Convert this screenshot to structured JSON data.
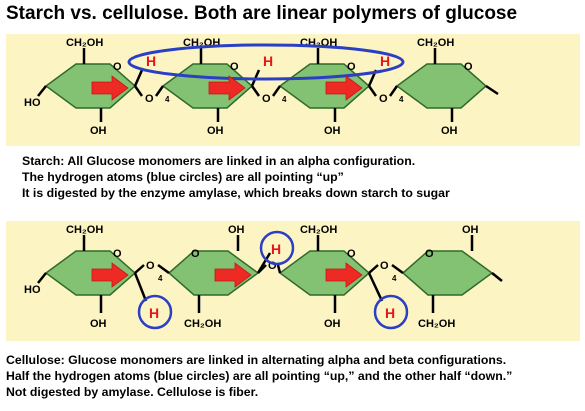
{
  "title": "Starch vs. cellulose. Both are linear polymers of glucose",
  "colors": {
    "panel_background": "#fdf4c4",
    "ring_fill": "#84c273",
    "ring_stroke": "#2f6b2a",
    "arrow": "#ee2a24",
    "hydrogen_label": "#e8141b",
    "highlight_circle": "#2b3fc4"
  },
  "starch": {
    "ch2oh_label": "CH₂OH",
    "oh_label": "OH",
    "ho_label": "HO",
    "o_label": "O",
    "h_label": "H",
    "link_number": "4",
    "caption_lines": [
      "Starch: All Glucose monomers are linked in an alpha configuration.",
      "The hydrogen atoms (blue circles) are all pointing “up”",
      "It is digested by the enzyme amylase, which breaks down starch to sugar"
    ]
  },
  "cellulose": {
    "ch2oh_label": "CH₂OH",
    "oh_label": "OH",
    "ho_label": "HO",
    "o_label": "O",
    "h_label": "H",
    "link_number": "4",
    "caption_lines": [
      "Cellulose: Glucose monomers are linked in alternating alpha and beta configurations.",
      "Half the hydrogen atoms (blue circles) are all pointing “up,” and the other half “down.”",
      "Not digested by amylase. Cellulose is fiber."
    ]
  }
}
